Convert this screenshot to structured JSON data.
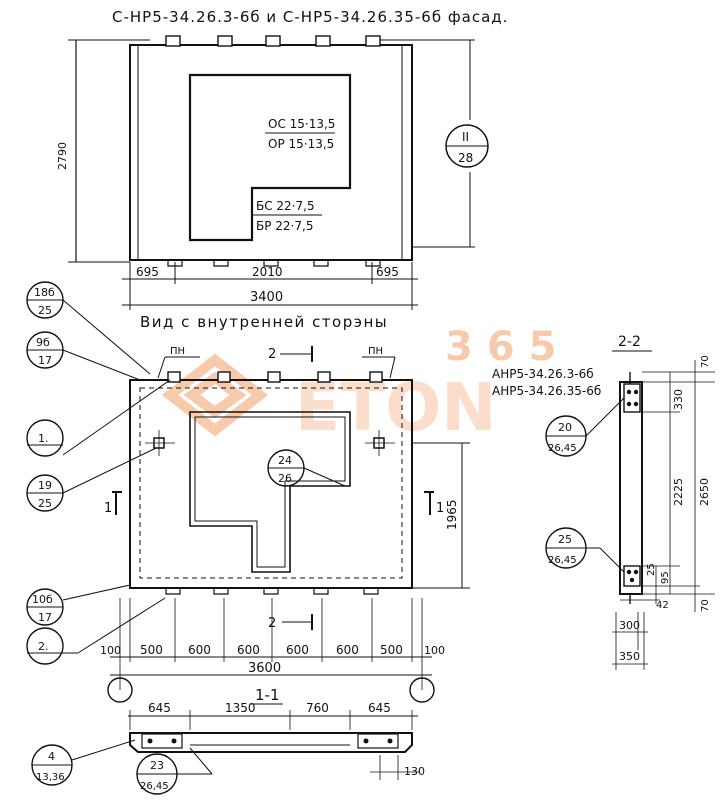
{
  "header": {
    "title": "С-НР5-34.26.3-6б и С-НР5-34.26.35-6б фасад.",
    "inside_view_title": "Вид с внутренней сторэны"
  },
  "watermark": {
    "number": "365",
    "word": "ETON",
    "color": "#f3a06a"
  },
  "facade": {
    "window_labels": [
      "ОС 15·13,5",
      "ОР 15·13,5",
      "БС 22·7,5",
      "БР 22·7,5"
    ],
    "height_dim": "2790",
    "dims_row": [
      "695",
      "2010",
      "695"
    ],
    "total_dim": "3400",
    "callout_top": "II",
    "callout_bottom": "28"
  },
  "inside_view": {
    "callouts": [
      {
        "top": "18б",
        "bottom": "25"
      },
      {
        "top": "9б",
        "bottom": "17"
      },
      {
        "top": "1.",
        "bottom": ""
      },
      {
        "top": "19",
        "bottom": "25"
      },
      {
        "top": "10б",
        "bottom": "17"
      },
      {
        "top": "2.",
        "bottom": ""
      },
      {
        "top": "24",
        "bottom": "26"
      }
    ],
    "pn_label": "ПН",
    "section_mark_2": "2",
    "section_mark_1": "1",
    "height_dim": "1965",
    "bottom_dims": [
      "100",
      "500",
      "600",
      "600",
      "600",
      "600",
      "500",
      "100"
    ],
    "total_dim": "3600"
  },
  "section_1_1": {
    "title": "1-1",
    "dims": [
      "645",
      "1350",
      "760",
      "645"
    ],
    "dim_130": "130",
    "callouts": [
      {
        "top": "4",
        "bottom": "13,36"
      },
      {
        "top": "23",
        "bottom": "26,45"
      }
    ]
  },
  "section_2_2": {
    "title": "2-2",
    "labels": [
      "АНР5-34.26.3-6б",
      "АНР5-34.26.35-6б"
    ],
    "dims_right": [
      "70",
      "330",
      "2225",
      "2650",
      "95",
      "25",
      "70",
      "42"
    ],
    "bottom_dims": [
      "300",
      "350"
    ],
    "callouts": [
      {
        "top": "20",
        "bottom": "26,45"
      },
      {
        "top": "25",
        "bottom": "26,45"
      }
    ]
  }
}
